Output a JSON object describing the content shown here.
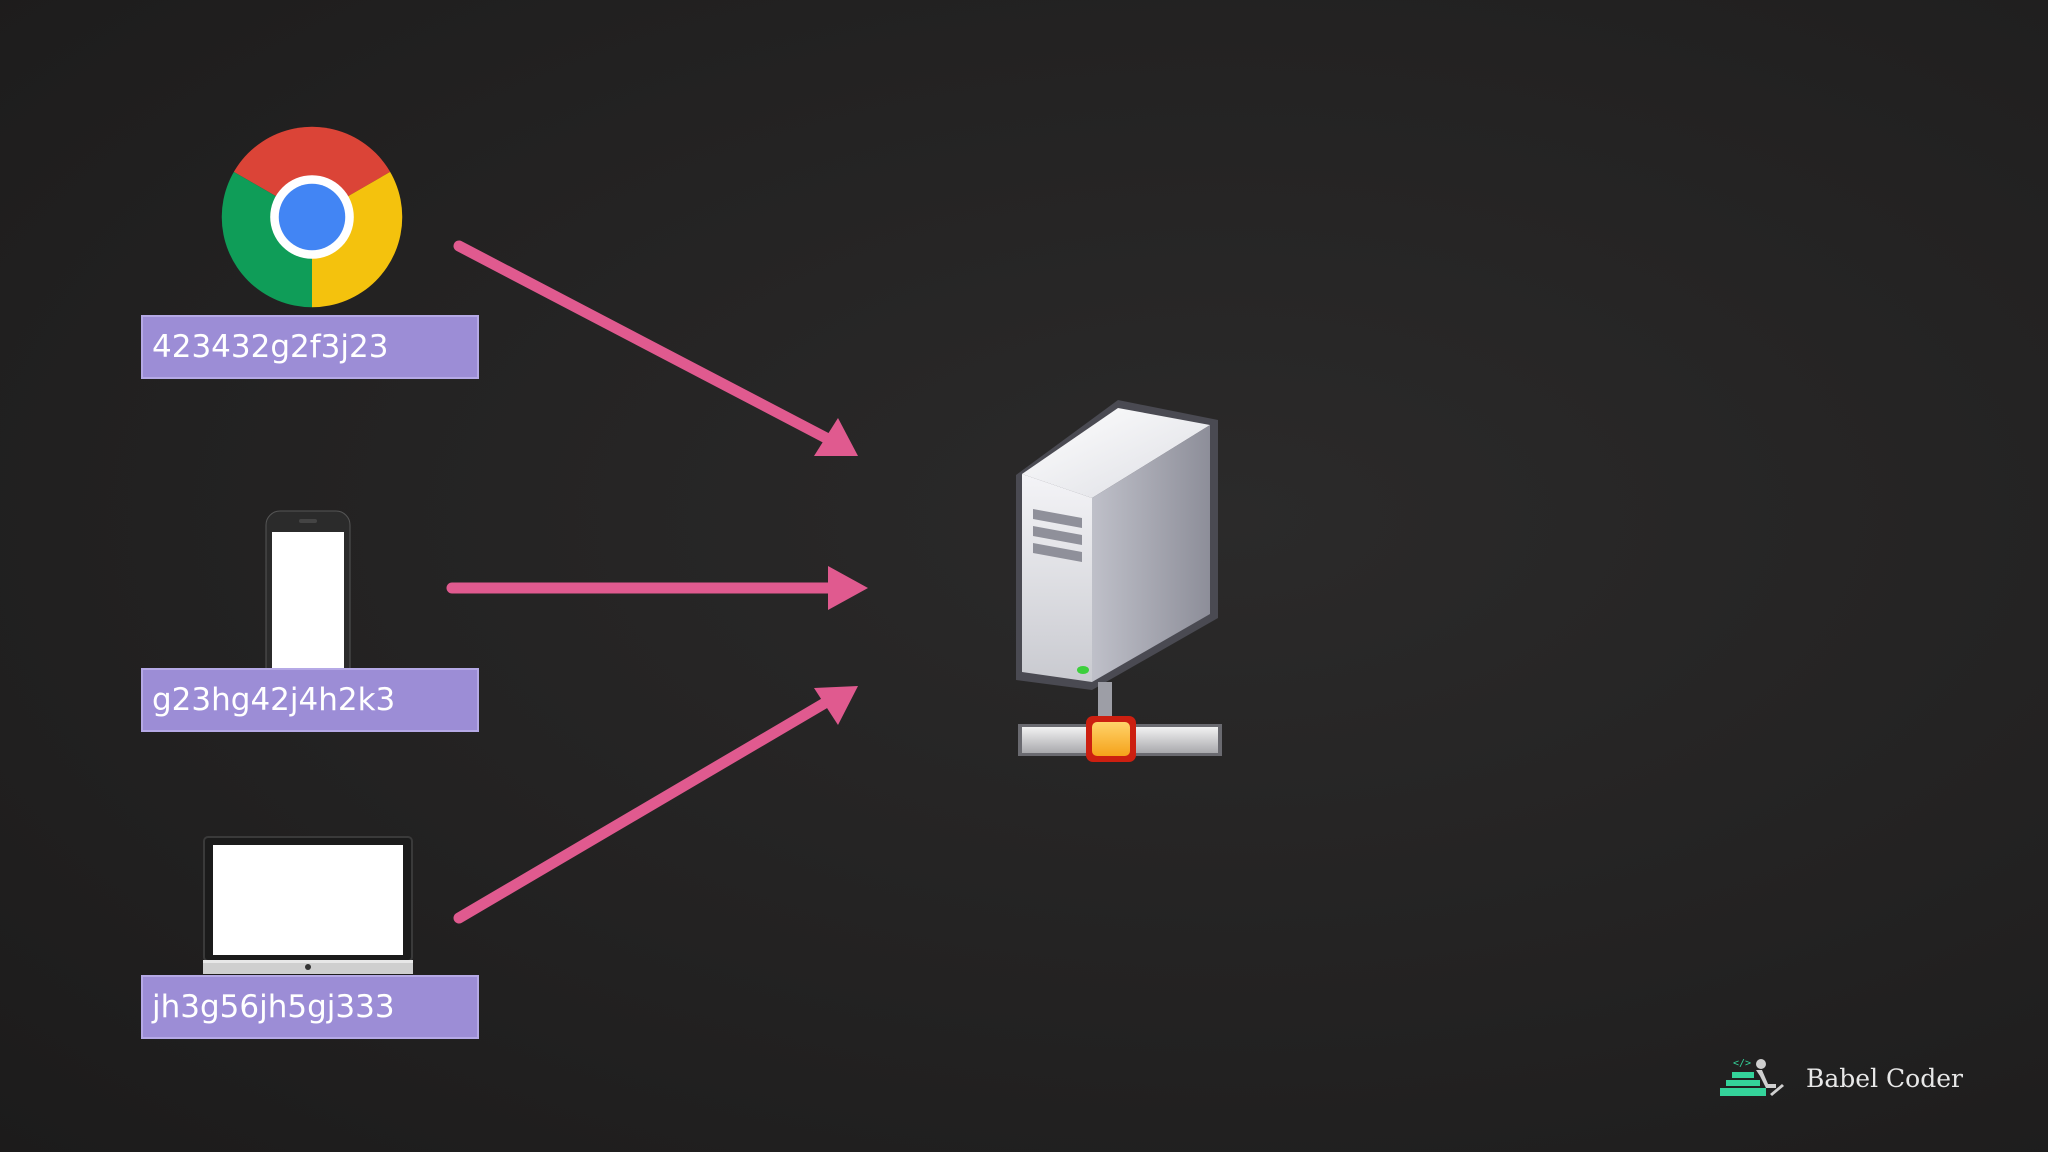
{
  "clients": [
    {
      "device": "chrome-browser",
      "token": "423432g2f3j23"
    },
    {
      "device": "smartphone",
      "token": "g23hg42j4h2k3"
    },
    {
      "device": "laptop",
      "token": "jh3g56jh5gj333"
    }
  ],
  "server": {
    "icon": "server-icon"
  },
  "brand": {
    "name": "Babel Coder",
    "logo_text": "</>"
  },
  "colors": {
    "background": "#232222",
    "arrow": "#e05a8f",
    "label_fill": "#9c8dd6",
    "label_text": "#ffffff",
    "brand_green": "#34d39a"
  }
}
